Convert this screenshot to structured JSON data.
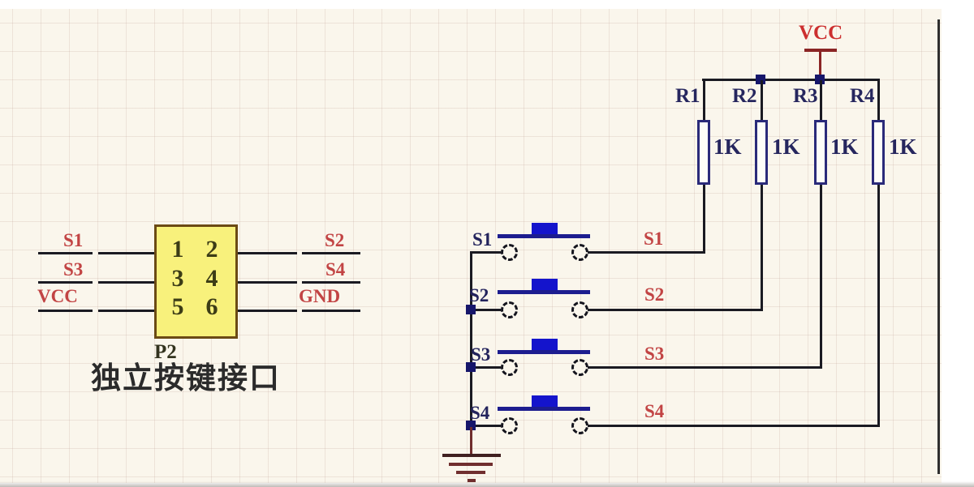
{
  "caption": "独立按键接口",
  "connector": {
    "ref": "P2",
    "pins": [
      "1",
      "2",
      "3",
      "4",
      "5",
      "6"
    ],
    "left_nets": [
      "S1",
      "S3",
      "VCC"
    ],
    "right_nets": [
      "S2",
      "S4",
      "GND"
    ]
  },
  "power": {
    "vcc": "VCC"
  },
  "buttons": [
    {
      "name": "S1",
      "net": "S1"
    },
    {
      "name": "S2",
      "net": "S2"
    },
    {
      "name": "S3",
      "net": "S3"
    },
    {
      "name": "S4",
      "net": "S4"
    }
  ],
  "resistors": [
    {
      "ref": "R1",
      "value": "1K"
    },
    {
      "ref": "R2",
      "value": "1K"
    },
    {
      "ref": "R3",
      "value": "1K"
    },
    {
      "ref": "R4",
      "value": "1K"
    }
  ],
  "colors": {
    "sheet": "#faf6ec",
    "wire": "#1a1a22",
    "button_blue": "#1414cc",
    "symbol_navy": "#1d1d8f",
    "net_label_red": "#c24444",
    "power_red": "#8b2525",
    "ground_maroon": "#702e2e",
    "connector_fill": "#f8f17c",
    "connector_border": "#6b4a14",
    "designator_ink": "#26265e"
  }
}
